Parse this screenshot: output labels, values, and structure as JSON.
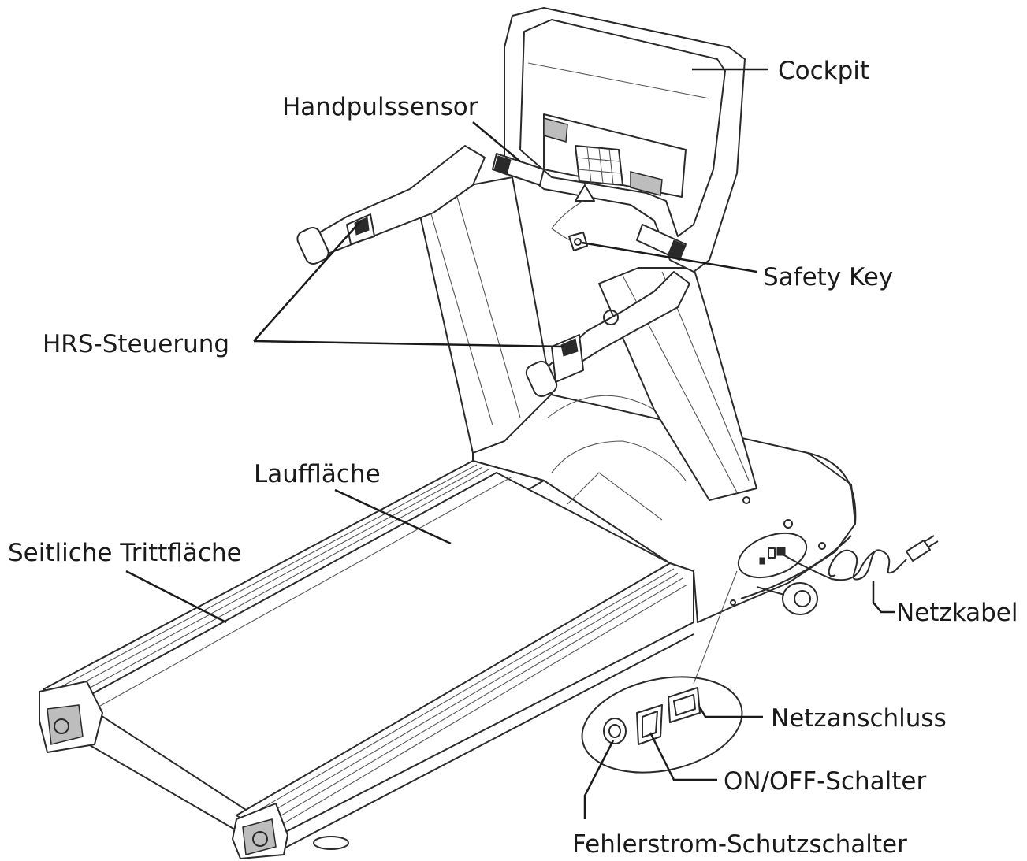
{
  "labels": {
    "cockpit": "Cockpit",
    "handpulssensor": "Handpulssensor",
    "safety_key": "Safety Key",
    "hrs_steuerung": "HRS-Steuerung",
    "laufflaeche": "Lauffläche",
    "seitliche_trittflaeche": "Seitliche Trittfläche",
    "netzkabel": "Netzkabel",
    "netzanschluss": "Netzanschluss",
    "on_off_schalter": "ON/OFF-Schalter",
    "fehlerstrom_schutzschalter": "Fehlerstrom-Schutzschalter"
  }
}
